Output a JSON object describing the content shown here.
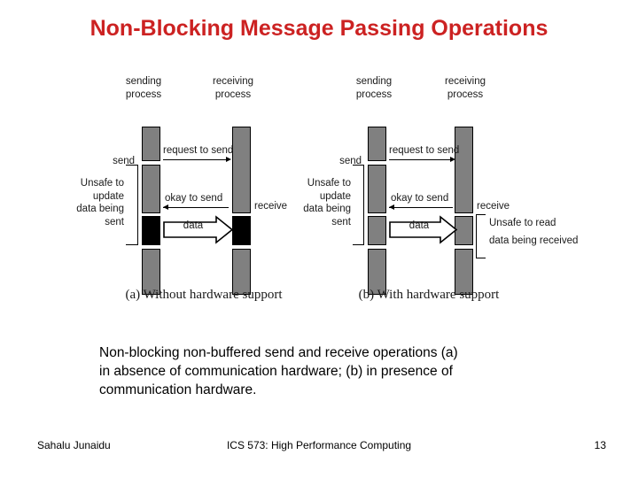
{
  "slide": {
    "title": "Non-Blocking Message Passing Operations",
    "title_color": "#cc2222",
    "page_number": "13"
  },
  "figure": {
    "panels": [
      {
        "id": "a",
        "caption": "(a) Without hardware support",
        "sender_header": "sending\nprocess",
        "receiver_header": "receiving\nprocess",
        "sender_header_line1": "sending",
        "sender_header_line2": "process",
        "receiver_header_line1": "receiving",
        "receiver_header_line2": "process",
        "send_label": "send",
        "receive_label": "receive",
        "unsafe_send_label_line1": "Unsafe to",
        "unsafe_send_label_line2": "update",
        "unsafe_send_label_line3": "data being",
        "unsafe_send_label_line4": "sent",
        "unsafe_receive_label_line1": "",
        "unsafe_receive_label_line2": "",
        "messages": [
          {
            "text": "request to send",
            "direction": "right"
          },
          {
            "text": "okay to send",
            "direction": "left"
          },
          {
            "text": "data",
            "direction": "right",
            "style": "block"
          }
        ]
      },
      {
        "id": "b",
        "caption": "(b) With hardware support",
        "sender_header_line1": "sending",
        "sender_header_line2": "process",
        "receiver_header_line1": "receiving",
        "receiver_header_line2": "process",
        "send_label": "send",
        "receive_label": "receive",
        "unsafe_send_label_line1": "Unsafe to",
        "unsafe_send_label_line2": "update",
        "unsafe_send_label_line3": "data being",
        "unsafe_send_label_line4": "sent",
        "unsafe_receive_label_line1": "Unsafe to read",
        "unsafe_receive_label_line2": "data being received",
        "messages": [
          {
            "text": "request to send",
            "direction": "right"
          },
          {
            "text": "okay to send",
            "direction": "left"
          },
          {
            "text": "data",
            "direction": "right",
            "style": "block"
          }
        ]
      }
    ],
    "colors": {
      "process_bar": "#808080",
      "blocked_bar": "#000000",
      "outline": "#000000"
    }
  },
  "caption": {
    "line1": "Non-blocking non-buffered send and receive operations (a)",
    "line2": "in absence of communication hardware; (b) in presence of",
    "line3": "communication hardware."
  },
  "footer": {
    "author": "Sahalu Junaidu",
    "course": "ICS 573: High Performance Computing",
    "page": "13"
  }
}
